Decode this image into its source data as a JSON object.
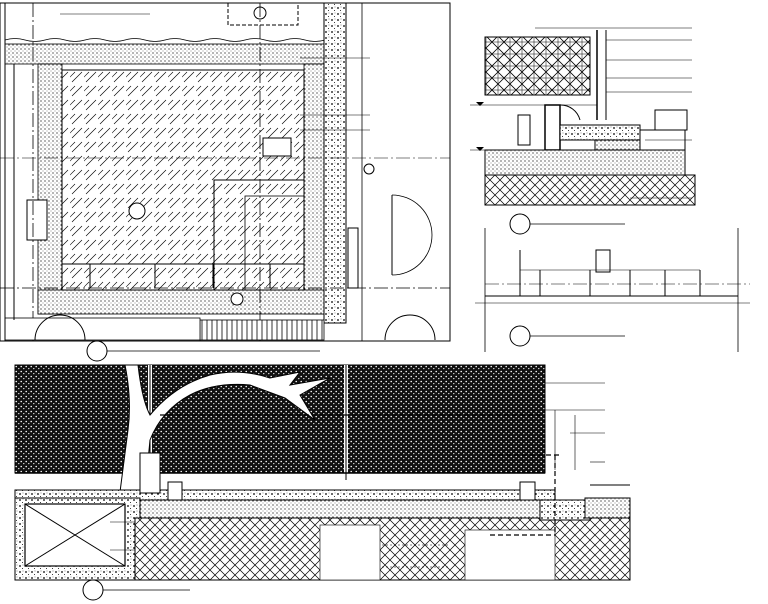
{
  "palette": {
    "paper": "#ffffff",
    "ink": "#000000",
    "hatch": "#222222",
    "fill_light": "#f2f2f2"
  },
  "views": [
    {
      "id": "plan",
      "kind": "plan-view",
      "label": ""
    },
    {
      "id": "detail-top",
      "kind": "section-detail",
      "label": ""
    },
    {
      "id": "detail-bottom",
      "kind": "elevation-detail",
      "label": ""
    },
    {
      "id": "section",
      "kind": "section-elevation",
      "label": ""
    }
  ]
}
